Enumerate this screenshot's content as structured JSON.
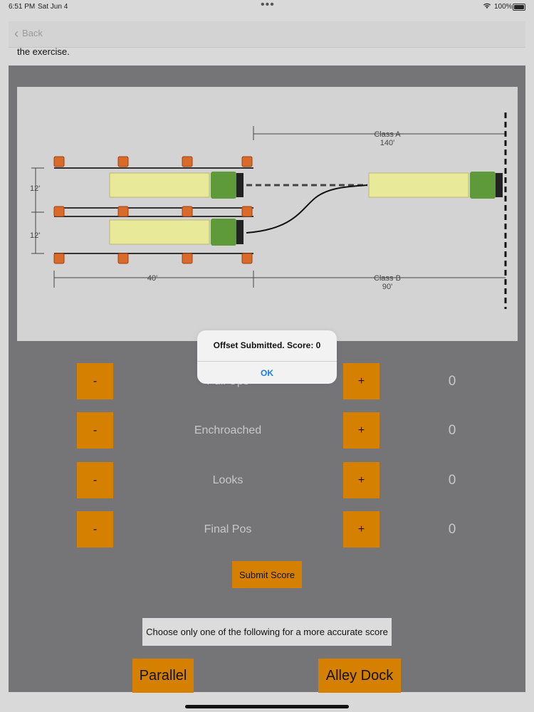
{
  "status_bar": {
    "time": "6:51 PM",
    "date": "Sat Jun 4",
    "battery": "100%"
  },
  "nav": {
    "back_label": "Back"
  },
  "intro_text": "the exercise.",
  "diagram": {
    "class_a_label": "Class A",
    "class_a_distance": "140'",
    "class_b_label": "Class B",
    "class_b_distance": "90'",
    "lane_width_top": "12'",
    "lane_width_bottom": "12'",
    "length": "40'"
  },
  "score_rows": [
    {
      "label": "Pull Ups",
      "value": "0",
      "minus": "-",
      "plus": "+"
    },
    {
      "label": "Enchroached",
      "value": "0",
      "minus": "-",
      "plus": "+"
    },
    {
      "label": "Looks",
      "value": "0",
      "minus": "-",
      "plus": "+"
    },
    {
      "label": "Final Pos",
      "value": "0",
      "minus": "-",
      "plus": "+"
    }
  ],
  "submit_label": "Submit Score",
  "hint_text": "Choose only one of the following for a more accurate score",
  "options": {
    "parallel": "Parallel",
    "alley_dock": "Alley Dock"
  },
  "alert": {
    "message": "Offset Submitted. Score: 0",
    "ok_label": "OK"
  },
  "colors": {
    "accent": "#d58000",
    "panel": "#757578",
    "alert_button": "#1a7fe0"
  }
}
